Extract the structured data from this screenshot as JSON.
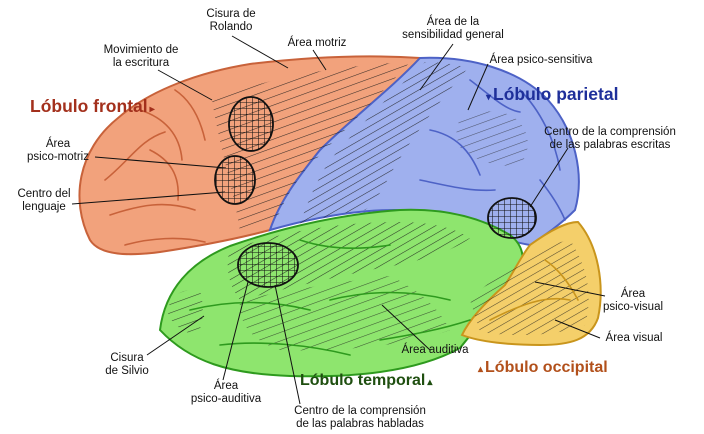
{
  "colors": {
    "frontal": "#f2a27c",
    "frontal_dark": "#c8623a",
    "parietal": "#9fb0ee",
    "parietal_dark": "#4d62c6",
    "temporal": "#8ee56e",
    "temporal_dark": "#2e9a1e",
    "occipital": "#f4cf6a",
    "occipital_dark": "#c9951c",
    "frontal_label": "#a3301c",
    "parietal_label": "#1e2f9a",
    "temporal_label": "#1f4f10",
    "occipital_label": "#b2501b"
  },
  "lobes": {
    "frontal": "Lóbulo frontal",
    "parietal": "Lóbulo parietal",
    "temporal": "Lóbulo temporal",
    "occipital": "Lóbulo occipital",
    "arrow_right": "▸",
    "arrow_down": "▾",
    "arrow_up": "▴"
  },
  "labels": {
    "cisura_rolando": "Cisura de\nRolando",
    "movimiento_escritura": "Movimiento de\nla escritura",
    "area_motriz": "Área motriz",
    "area_sensibilidad": "Área de la\nsensibilidad general",
    "area_psico_sensitiva": "Área psico-sensitiva",
    "area_psico_motriz": "Área\npsico-motriz",
    "centro_lenguaje": "Centro del\nlenguaje",
    "centro_palabras_escritas": "Centro de la comprensión\nde las palabras escritas",
    "area_psico_visual": "Área\npsico-visual",
    "area_visual": "Área visual",
    "cisura_silvio": "Cisura\nde Silvio",
    "area_auditiva": "Área auditiva",
    "area_psico_auditiva": "Área\npsico-auditiva",
    "centro_palabras_habladas": "Centro de la comprensión\nde las palabras habladas"
  }
}
